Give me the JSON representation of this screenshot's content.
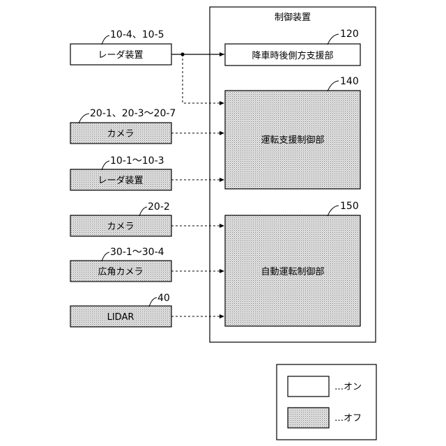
{
  "controller": {
    "title": "制御装置"
  },
  "sensors": [
    {
      "id": "radar_a",
      "label": "レーダ装置",
      "ref": "10-4、10-5",
      "state": "on"
    },
    {
      "id": "camera_a",
      "label": "カメラ",
      "ref": "20-1、20-3～20-7",
      "state": "off"
    },
    {
      "id": "radar_b",
      "label": "レーダ装置",
      "ref": "10-1～10-3",
      "state": "off"
    },
    {
      "id": "camera_b",
      "label": "カメラ",
      "ref": "20-2",
      "state": "off"
    },
    {
      "id": "wide_camera",
      "label": "広角カメラ",
      "ref": "30-1～30-4",
      "state": "off"
    },
    {
      "id": "lidar",
      "label": "LIDAR",
      "ref": "40",
      "state": "off"
    }
  ],
  "units": {
    "alighting_support": {
      "label": "降車時後側方支援部",
      "ref": "120",
      "state": "on"
    },
    "driving_support": {
      "label": "運転支援制御部",
      "ref": "140",
      "state": "off"
    },
    "autonomous_driving": {
      "label": "自動運転制御部",
      "ref": "150",
      "state": "off"
    }
  },
  "legend": {
    "on_label": "…オン",
    "off_label": "…オフ"
  }
}
